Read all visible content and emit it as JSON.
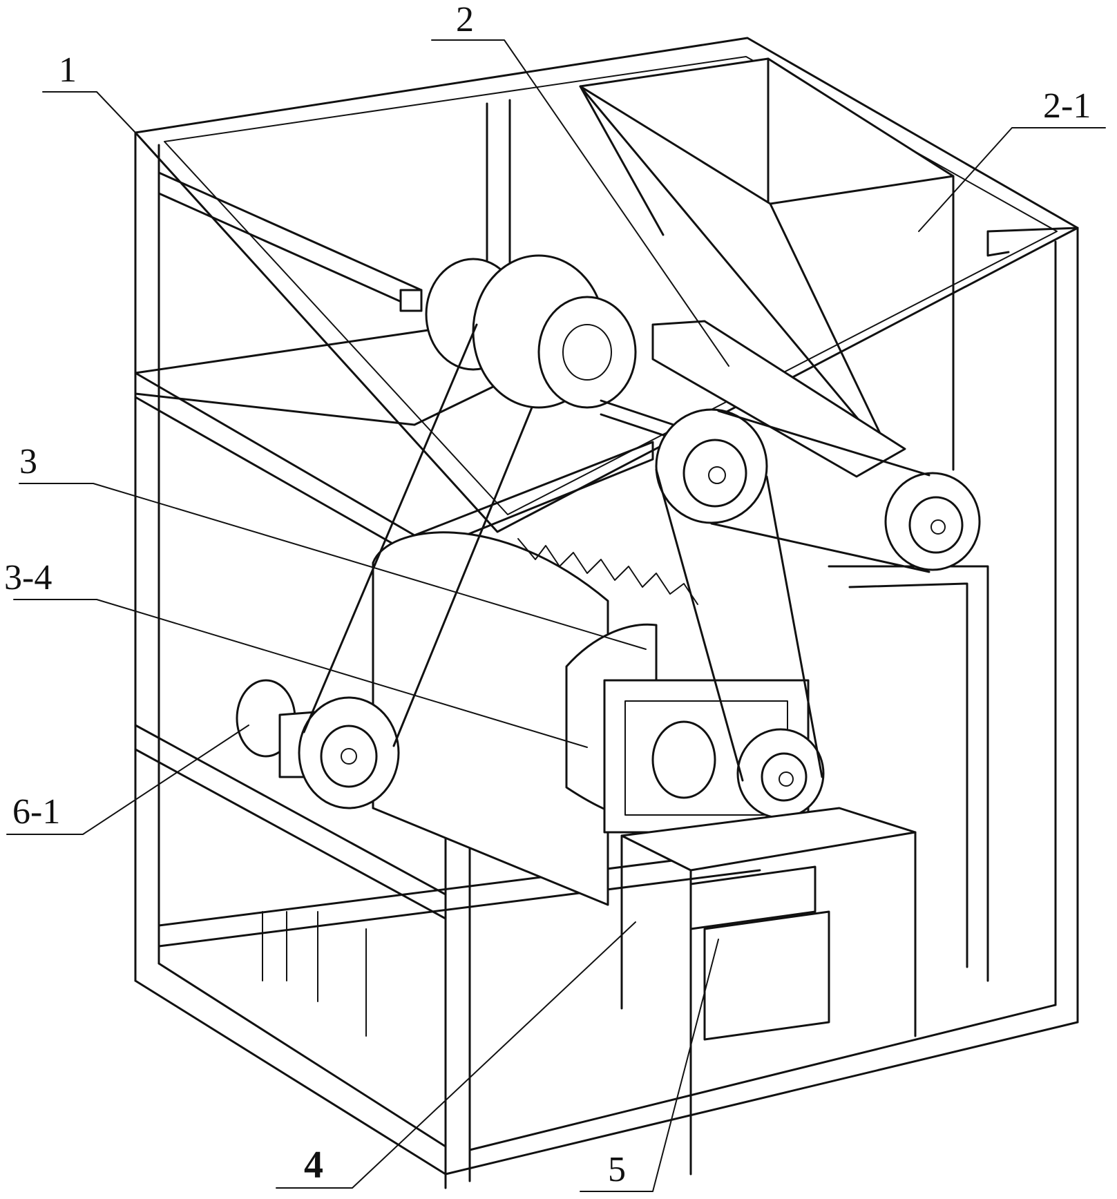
{
  "figure": {
    "callouts": [
      {
        "id": "frame",
        "text": "1"
      },
      {
        "id": "feed-assembly",
        "text": "2"
      },
      {
        "id": "feed-hopper",
        "text": "2-1"
      },
      {
        "id": "crushing-assembly",
        "text": "3"
      },
      {
        "id": "crushing-drum",
        "text": "3-4"
      },
      {
        "id": "discharge-chute",
        "text": "4"
      },
      {
        "id": "collection-box",
        "text": "5"
      },
      {
        "id": "drive-motor",
        "text": "6-1"
      }
    ]
  }
}
